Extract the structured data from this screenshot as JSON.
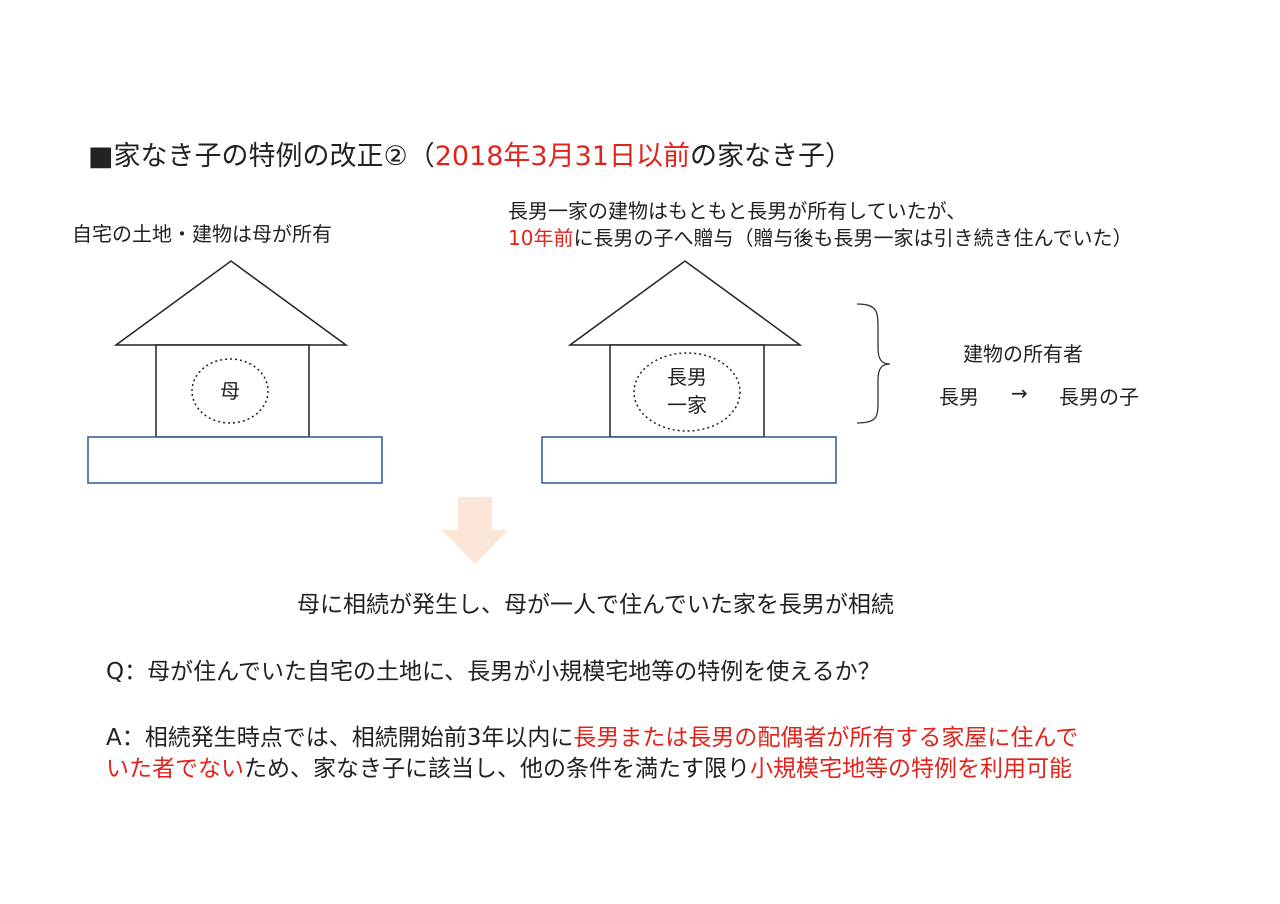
{
  "title": {
    "prefix": "■家なき子の特例の改正②（",
    "highlight": "2018年3月31日以前",
    "suffix": "の家なき子）"
  },
  "left": {
    "caption": "自宅の土地・建物は母が所有",
    "occupant_label": "母"
  },
  "right": {
    "caption_line1": "長男一家の建物はもともと長男が所有していたが、",
    "caption_line2_highlight": "10年前",
    "caption_line2_rest": "に長男の子へ贈与（贈与後も長男一家は引き続き住んでいた）",
    "occupant_line1": "長男",
    "occupant_line2": "一家"
  },
  "owner_note": {
    "heading": "建物の所有者",
    "from": "長男",
    "arrow": "→",
    "to": "長男の子"
  },
  "event_text": "母に相続が発生し、母が一人で住んでいた家を長男が相続",
  "question": "Q：母が住んでいた自宅の土地に、長男が小規模宅地等の特例を使えるか？",
  "answer": {
    "part1": "A：相続発生時点では、相続開始前3年以内に",
    "part2_red": "長男または長男の配偶者が所有する家屋に住んで",
    "part3_red": "いた者でない",
    "part4": "ため、家なき子に該当し、他の条件を満たす限り",
    "part5_red": "小規模宅地等の特例を利用可能"
  },
  "colors": {
    "accent_red": "#e0241b",
    "foundation_border": "#2f5597",
    "arrow_fill": "#fbe5d6"
  },
  "icons": {
    "down_arrow": "down-arrow-icon",
    "brace": "right-brace-icon"
  }
}
